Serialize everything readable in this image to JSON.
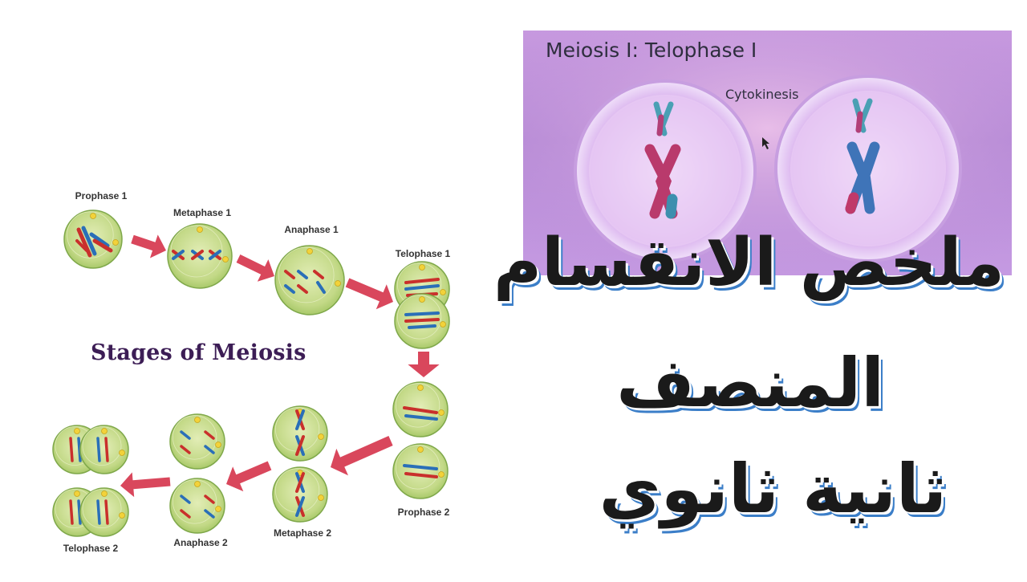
{
  "diagram": {
    "title": "Stages of Meiosis",
    "stages": [
      {
        "key": "prophase1",
        "label": "Prophase 1"
      },
      {
        "key": "metaphase1",
        "label": "Metaphase 1"
      },
      {
        "key": "anaphase1",
        "label": "Anaphase 1"
      },
      {
        "key": "telophase1",
        "label": "Telophase 1"
      },
      {
        "key": "prophase2",
        "label": "Prophase 2"
      },
      {
        "key": "metaphase2",
        "label": "Metaphase 2"
      },
      {
        "key": "anaphase2",
        "label": "Anaphase 2"
      },
      {
        "key": "telophase2",
        "label": "Telophase 2"
      }
    ],
    "colors": {
      "cell_fill": "#c9dd8a",
      "cell_border": "#7fa84a",
      "chromosome_red": "#c9302c",
      "chromosome_blue": "#2a6fb8",
      "arrow": "#d9475c",
      "title": "#3c1d55"
    }
  },
  "video_panel": {
    "title": "Meiosis I: Telophase I",
    "subtitle": "Cytokinesis",
    "colors": {
      "background": "#bf92dd",
      "cell": "#e6c6f2"
    }
  },
  "headline": {
    "line1": "ملخص الانقسام",
    "line2": "المنصف",
    "line3": "ثانية ثانوي",
    "colors": {
      "text": "#1a1a1a",
      "outline": "#3b7ec8"
    }
  }
}
